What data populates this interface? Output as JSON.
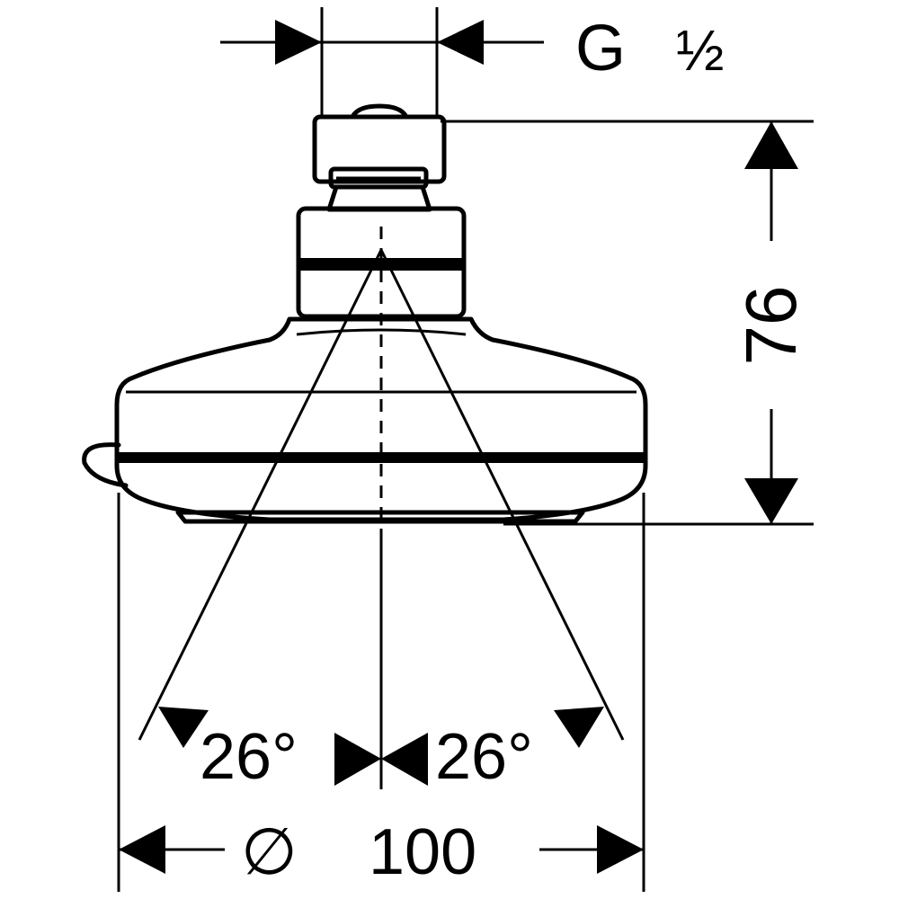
{
  "dimensions": {
    "thread": {
      "label": "G",
      "fraction": "½"
    },
    "height": {
      "value": "76"
    },
    "diameter": {
      "symbol": "∅",
      "value": "100"
    },
    "spray_angle_left": {
      "value": "26°"
    },
    "spray_angle_right": {
      "value": "26°"
    }
  }
}
